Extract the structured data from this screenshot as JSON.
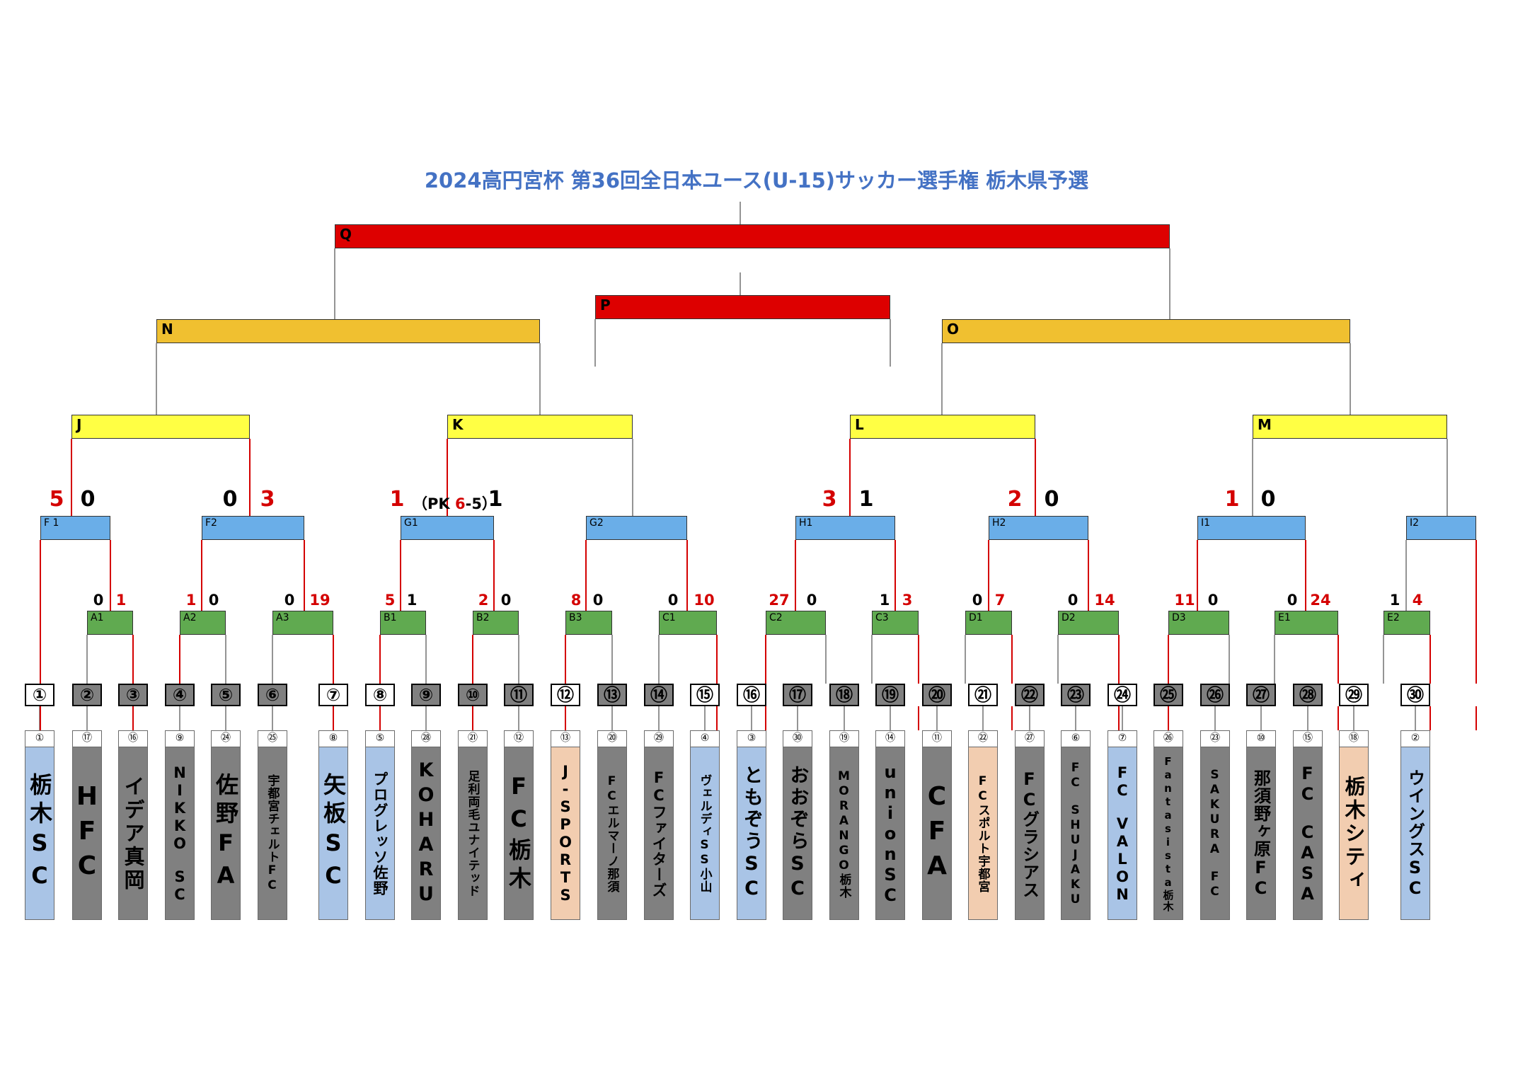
{
  "title": "2024高円宮杯 第36回全日本ユース(U-15)サッカー選手権 栃木県予選",
  "colors": {
    "final": "#dd0000",
    "semi": "#f0c030",
    "quarter": "#ffff44",
    "round3": "#6aaee8",
    "round2": "#60aa50",
    "win_line": "#d40000",
    "line": "#707070",
    "team_gray": "#808080",
    "team_blue": "#a9c4e6",
    "team_peach": "#f2cdb0",
    "team_white": "#ffffff"
  },
  "matches": {
    "Q": "Q",
    "P": "P",
    "N": "N",
    "O": "O",
    "J": "J",
    "K": "K",
    "L": "L",
    "M": "M",
    "F1": "F 1",
    "F2": "F2",
    "G1": "G1",
    "G2": "G2",
    "H1": "H1",
    "H2": "H2",
    "I1": "I1",
    "I2": "I2",
    "A1": "A1",
    "A2": "A2",
    "A3": "A3",
    "B1": "B1",
    "B2": "B2",
    "B3": "B3",
    "C1": "C1",
    "C2": "C2",
    "C3": "C3",
    "D1": "D1",
    "D2": "D2",
    "D3": "D3",
    "E1": "E1",
    "E2": "E2"
  },
  "scores": {
    "A1": [
      "0",
      "1"
    ],
    "A2": [
      "1",
      "0"
    ],
    "A3": [
      "0",
      "19"
    ],
    "B1": [
      "5",
      "1"
    ],
    "B2": [
      "2",
      "0"
    ],
    "B3": [
      "8",
      "0"
    ],
    "C1": [
      "0",
      "10"
    ],
    "C2": [
      "27",
      "0"
    ],
    "C3": [
      "1",
      "3"
    ],
    "D1": [
      "0",
      "7"
    ],
    "D2": [
      "0",
      "14"
    ],
    "D3": [
      "11",
      "0"
    ],
    "E1": [
      "0",
      "24"
    ],
    "E2": [
      "1",
      "4"
    ],
    "F1": [
      "5",
      "0"
    ],
    "F2": [
      "0",
      "3"
    ],
    "G1": [
      "1",
      "1"
    ],
    "H1": [
      "3",
      "1"
    ],
    "H2": [
      "2",
      "0"
    ],
    "I1": [
      "1",
      "0"
    ],
    "G1_pk_open": "（PK",
    "G1_pk_a": "6",
    "G1_pk_b": "-5）"
  },
  "seeds": [
    "①",
    "②",
    "③",
    "④",
    "⑤",
    "⑥",
    "⑦",
    "⑧",
    "⑨",
    "⑩",
    "⑪",
    "⑫",
    "⑬",
    "⑭",
    "⑮",
    "⑯",
    "⑰",
    "⑱",
    "⑲",
    "⑳",
    "㉑",
    "㉒",
    "㉓",
    "㉔",
    "㉕",
    "㉖",
    "㉗",
    "㉘",
    "㉙",
    "㉚"
  ],
  "teams": [
    {
      "draw": "①",
      "name": "栃木SC",
      "color": "blue"
    },
    {
      "draw": "⑰",
      "name": "HFC",
      "color": "gray"
    },
    {
      "draw": "⑯",
      "name": "イデア真岡",
      "color": "gray"
    },
    {
      "draw": "⑨",
      "name": "NIKKO　SC",
      "color": "gray"
    },
    {
      "draw": "㉔",
      "name": "佐野FA",
      "color": "gray"
    },
    {
      "draw": "㉕",
      "name": "宇都宮チェルトFC",
      "color": "gray"
    },
    {
      "draw": "⑧",
      "name": "矢板SC",
      "color": "blue"
    },
    {
      "draw": "⑤",
      "name": "プログレッソ佐野",
      "color": "blue"
    },
    {
      "draw": "㉘",
      "name": "KOHARU",
      "color": "gray"
    },
    {
      "draw": "㉑",
      "name": "足利両毛ユナイテッド",
      "color": "gray"
    },
    {
      "draw": "⑫",
      "name": "FC栃木",
      "color": "gray"
    },
    {
      "draw": "⑬",
      "name": "J-SPORTS",
      "color": "peach"
    },
    {
      "draw": "⑳",
      "name": "FCエルマーノ那須",
      "color": "gray"
    },
    {
      "draw": "㉙",
      "name": "FCファイターズ",
      "color": "gray"
    },
    {
      "draw": "④",
      "name": "ヴェルディSS小山",
      "color": "blue"
    },
    {
      "draw": "③",
      "name": "ともぞうSC",
      "color": "blue"
    },
    {
      "draw": "㉚",
      "name": "おおぞらSC",
      "color": "gray"
    },
    {
      "draw": "⑲",
      "name": "MORANGO栃木",
      "color": "gray"
    },
    {
      "draw": "⑭",
      "name": "unionSC",
      "color": "gray"
    },
    {
      "draw": "⑪",
      "name": "CFA",
      "color": "gray"
    },
    {
      "draw": "㉒",
      "name": "FCスポルト宇都宮",
      "color": "peach"
    },
    {
      "draw": "㉗",
      "name": "FCグラシアス",
      "color": "gray"
    },
    {
      "draw": "⑥",
      "name": "FC　SHUJAKU",
      "color": "gray"
    },
    {
      "draw": "⑦",
      "name": "FC　VALON",
      "color": "blue"
    },
    {
      "draw": "㉖",
      "name": "Fantasista栃木",
      "color": "gray"
    },
    {
      "draw": "㉓",
      "name": "SAKURA　FC",
      "color": "gray"
    },
    {
      "draw": "⑩",
      "name": "那須野ヶ原FC",
      "color": "gray"
    },
    {
      "draw": "⑮",
      "name": "FC　CASA",
      "color": "gray"
    },
    {
      "draw": "⑱",
      "name": "栃木シティ",
      "color": "peach"
    },
    {
      "draw": "②",
      "name": "ウイングスSC",
      "color": "blue"
    }
  ]
}
